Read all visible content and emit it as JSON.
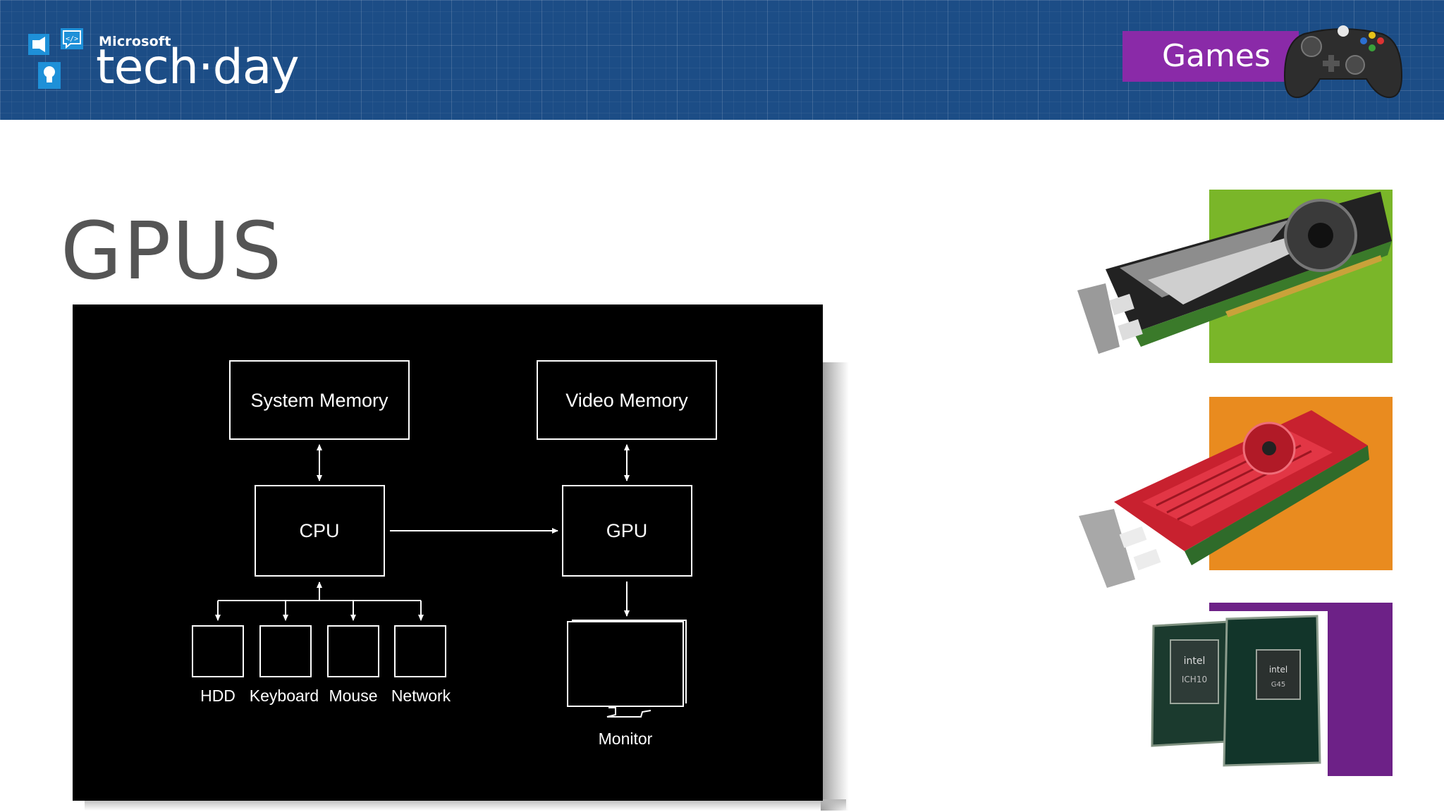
{
  "header": {
    "brand_small": "Microsoft",
    "brand_big": "tech·day",
    "category": "Games",
    "icons": [
      "megaphone-icon",
      "code-icon",
      "lightbulb-icon",
      "game-controller-icon"
    ],
    "colors": {
      "banner": "#1c4d86",
      "category": "#8a2aa8"
    }
  },
  "slide": {
    "title": "GPUS"
  },
  "diagram": {
    "nodes": {
      "system_memory": "System Memory",
      "video_memory": "Video Memory",
      "cpu": "CPU",
      "gpu": "GPU",
      "hdd": "HDD",
      "keyboard": "Keyboard",
      "mouse": "Mouse",
      "network": "Network",
      "monitor": "Monitor"
    },
    "edges": [
      [
        "system_memory",
        "cpu",
        "bidirectional"
      ],
      [
        "video_memory",
        "gpu",
        "bidirectional"
      ],
      [
        "cpu",
        "gpu",
        "directed"
      ],
      [
        "gpu",
        "monitor",
        "directed"
      ],
      [
        "cpu",
        "hdd",
        "bidirectional"
      ],
      [
        "cpu",
        "keyboard",
        "bidirectional"
      ],
      [
        "cpu",
        "mouse",
        "bidirectional"
      ],
      [
        "cpu",
        "network",
        "bidirectional"
      ]
    ]
  },
  "images": {
    "items": [
      "nvidia-graphics-card",
      "ati-radeon-graphics-card",
      "intel-chipset"
    ],
    "tile_colors": [
      "#7ab629",
      "#e98b1f",
      "#6d2187"
    ]
  }
}
